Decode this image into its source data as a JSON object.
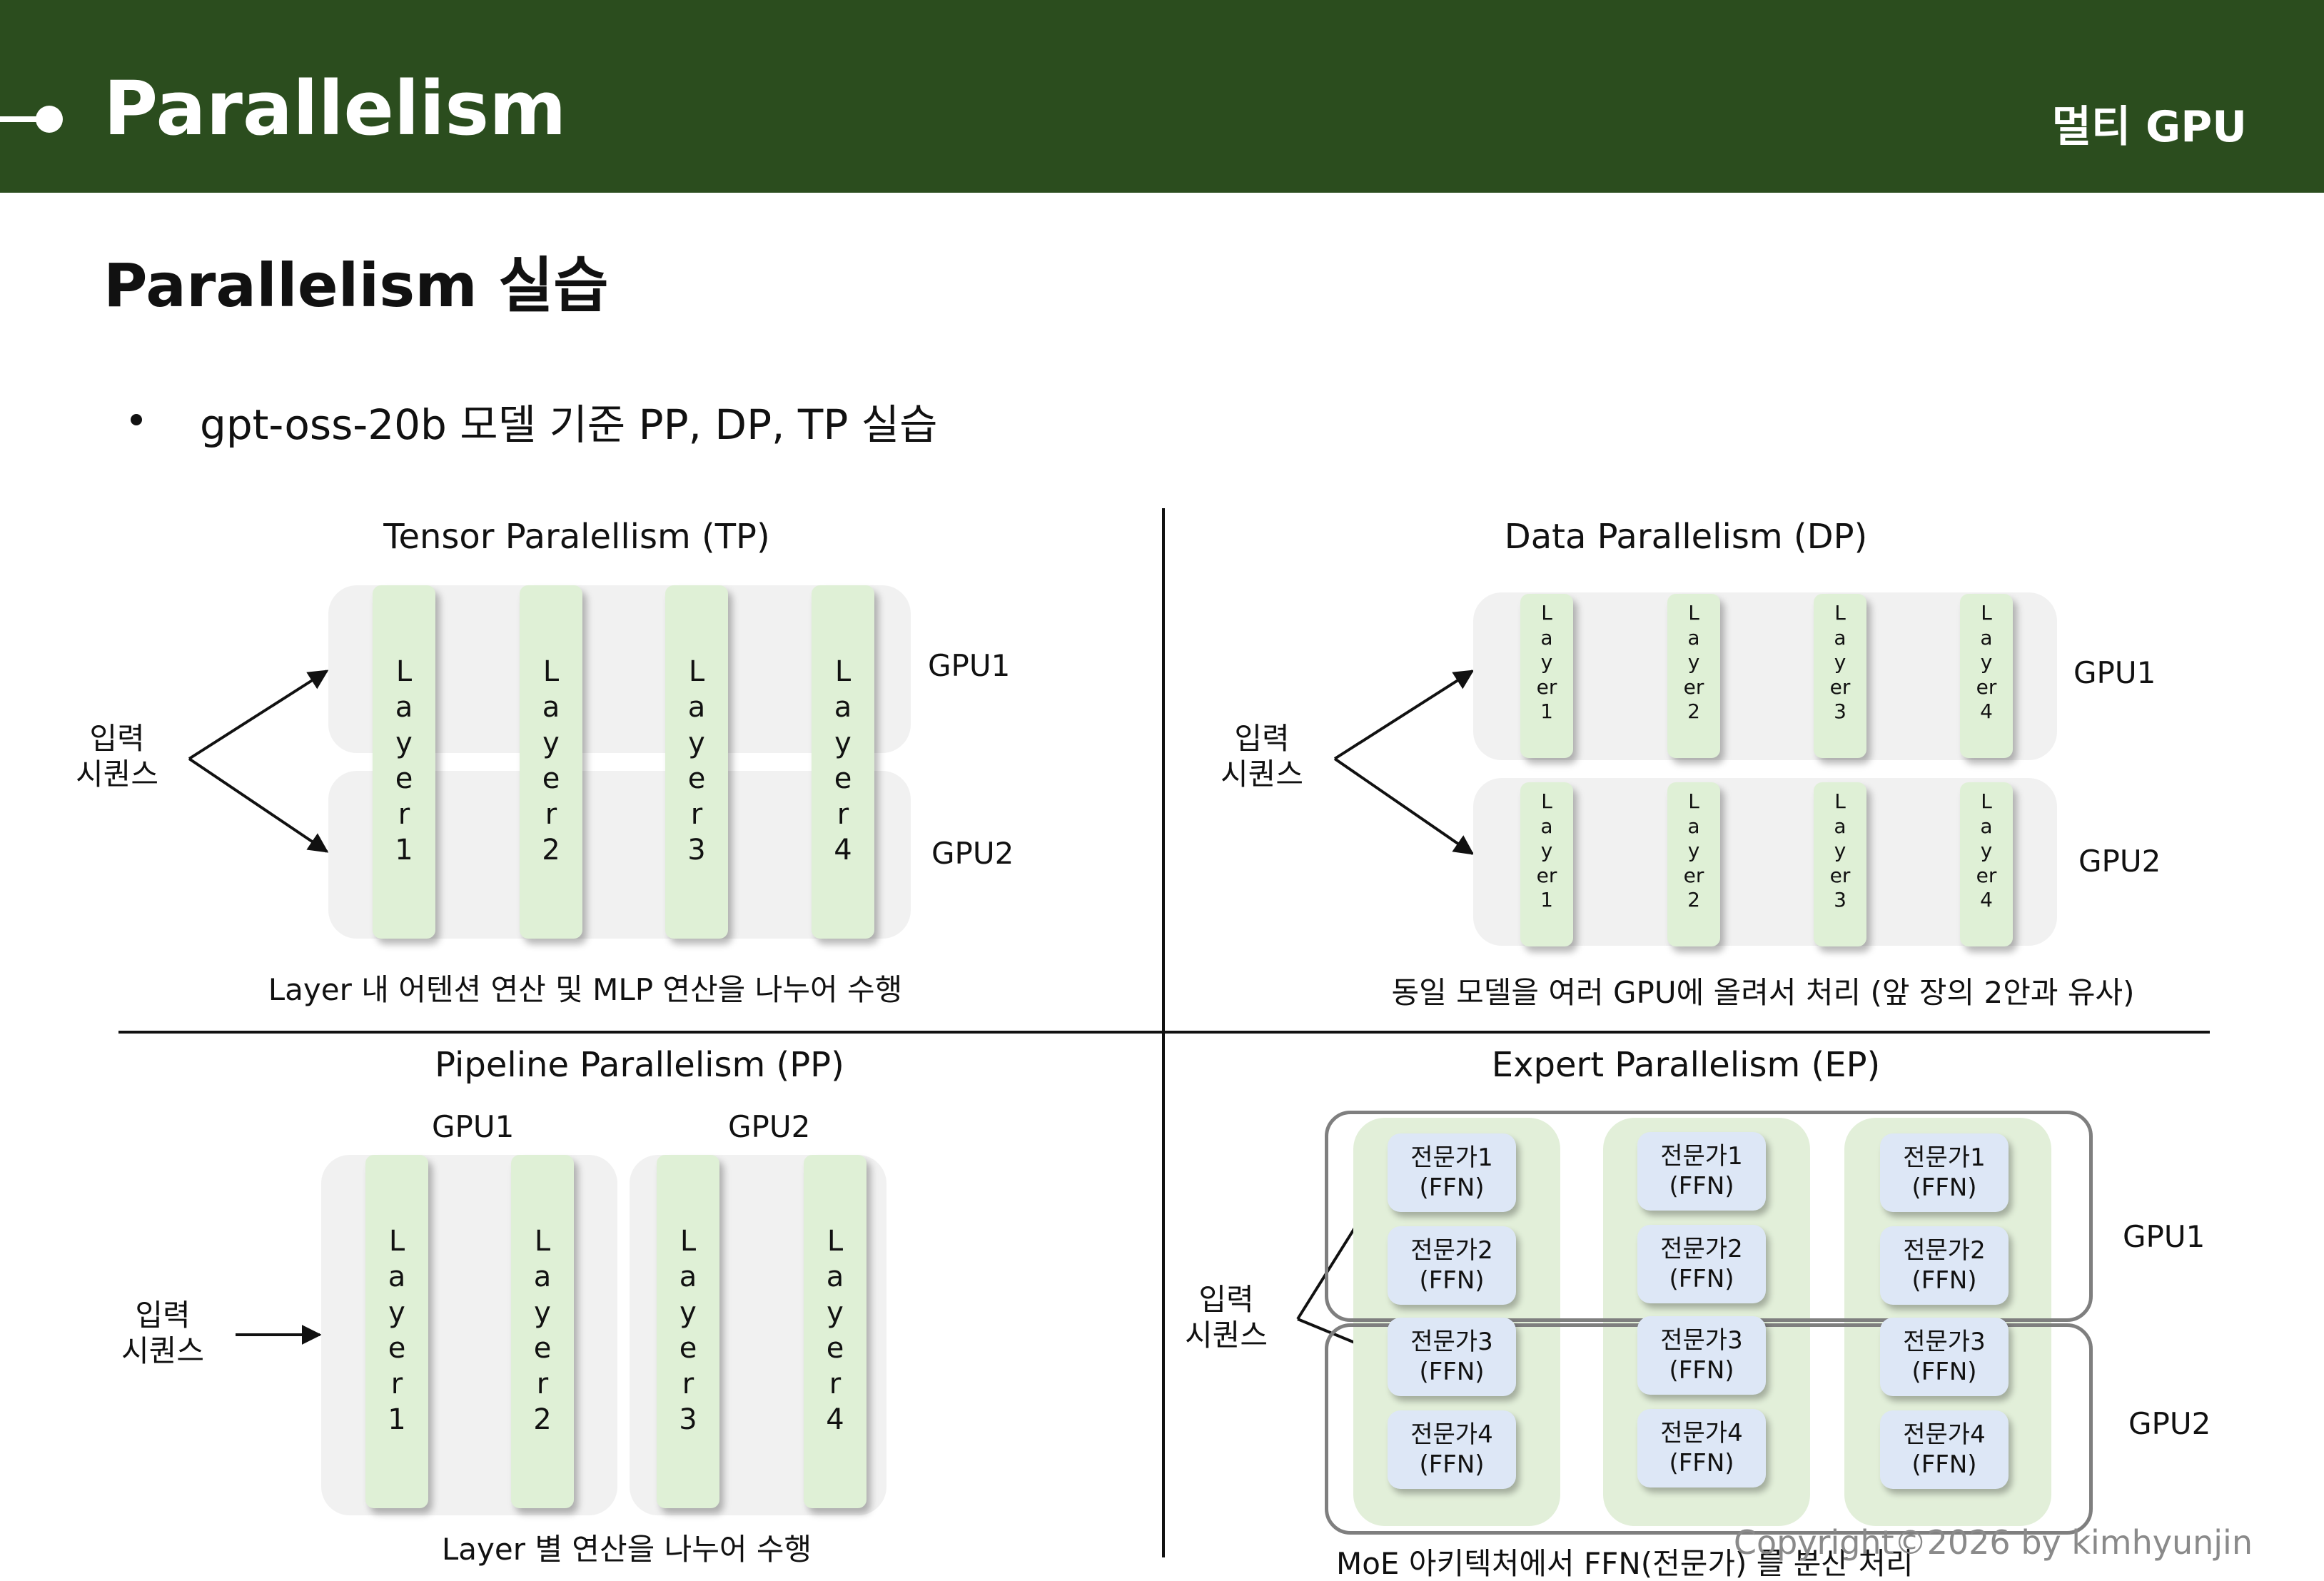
{
  "header": {
    "title": "Parallelism",
    "tag": "멀티 GPU"
  },
  "subtitle": "Parallelism 실습",
  "bullet": "gpt-oss-20b 모델 기준 PP, DP, TP 실습",
  "input_label_line1": "입력",
  "input_label_line2": "시퀀스",
  "tp": {
    "title": "Tensor Paralellism (TP)",
    "gpu1": "GPU1",
    "gpu2": "GPU2",
    "layers": [
      "Layer1",
      "Layer2",
      "Layer3",
      "Layer4"
    ],
    "caption": "Layer 내 어텐션 연산 및 MLP 연산을 나누어 수행"
  },
  "dp": {
    "title": "Data Parallelism (DP)",
    "gpu1": "GPU1",
    "gpu2": "GPU2",
    "layers": [
      "Layer1",
      "Layer2",
      "Layer3",
      "Layer4"
    ],
    "caption": "동일 모델을 여러 GPU에 올려서 처리 (앞 장의 2안과 유사)"
  },
  "pp": {
    "title": "Pipeline Parallelism (PP)",
    "gpu1": "GPU1",
    "gpu2": "GPU2",
    "layers": [
      "Layer1",
      "Layer2",
      "Layer3",
      "Layer4"
    ],
    "caption": "Layer 별 연산을 나누어 수행"
  },
  "ep": {
    "title": "Expert Parallelism (EP)",
    "gpu1": "GPU1",
    "gpu2": "GPU2",
    "experts": [
      "전문가1\n(FFN)",
      "전문가2\n(FFN)",
      "전문가3\n(FFN)",
      "전문가4\n(FFN)"
    ],
    "caption_partial": "MoE 아키텍처에서 FFN(전문가) 를 분산 처리"
  },
  "copyright": "Copyright©2026 by kimhyunjin"
}
